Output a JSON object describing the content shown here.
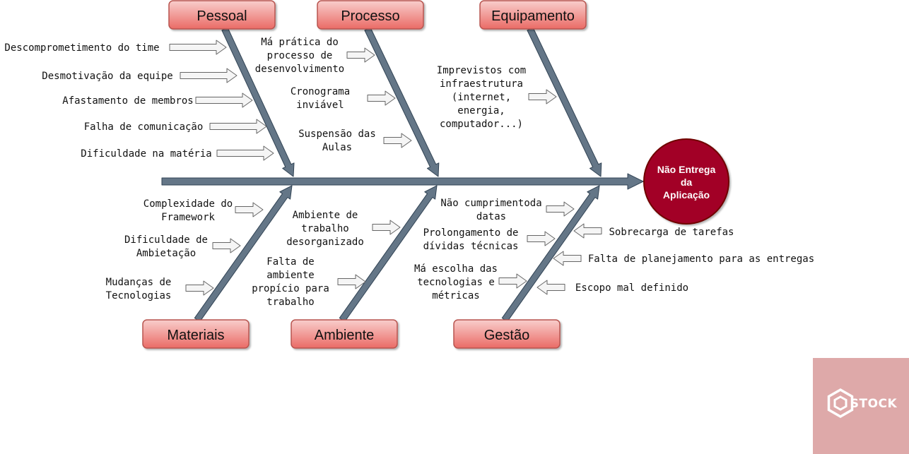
{
  "colors": {
    "bone": "#647687",
    "bone_stroke": "#314354",
    "category_fill_top": "#f8cecc",
    "category_fill_bottom": "#ea6b66",
    "category_stroke": "#b85450",
    "effect_fill": "#a20025",
    "effect_stroke": "#6f0000",
    "small_arrow_fill": "#f5f5f5",
    "small_arrow_stroke": "#666666",
    "watermark_bg": "#dea9a9"
  },
  "effect": {
    "lines": [
      "Não Entrega",
      "da",
      "Aplicação"
    ]
  },
  "categories": {
    "pessoal": "Pessoal",
    "processo": "Processo",
    "equipamento": "Equipamento",
    "materiais": "Materiais",
    "ambiente": "Ambiente",
    "gestao": "Gestão"
  },
  "causes": {
    "pessoal": [
      [
        "Descomprometimento do time"
      ],
      [
        "Desmotivação da equipe"
      ],
      [
        "Afastamento de membros"
      ],
      [
        "Falha de comunicação"
      ],
      [
        "Dificuldade na matéria"
      ]
    ],
    "processo": [
      [
        "Má prática do",
        "processo de",
        "desenvolvimento"
      ],
      [
        "Cronograma",
        "inviável"
      ],
      [
        "Suspensão das",
        "Aulas"
      ]
    ],
    "equipamento": [
      [
        "Imprevistos com",
        "infraestrutura",
        "(internet,",
        "energia,",
        "computador...)"
      ]
    ],
    "materiais": [
      [
        "Complexidade do",
        "Framework"
      ],
      [
        "Dificuldade de",
        "Ambietação"
      ],
      [
        "Mudanças de",
        "Tecnologias"
      ]
    ],
    "ambiente": [
      [
        "Ambiente de",
        "trabalho",
        "desorganizado"
      ],
      [
        "Falta de",
        "ambiente",
        "propício para",
        "trabalho"
      ]
    ],
    "gestao": [
      [
        "Não cumprimentoda",
        "datas"
      ],
      [
        "Prolongamento de",
        "dívidas técnicas"
      ],
      [
        "Má escolha das",
        "tecnologias e",
        "métricas"
      ],
      [
        "Sobrecarga de tarefas"
      ],
      [
        "Falta de planejamento para as entregas"
      ],
      [
        "Escopo mal definido"
      ]
    ]
  },
  "watermark": {
    "text": "STOCK",
    "icon": "stock-logo-icon"
  }
}
